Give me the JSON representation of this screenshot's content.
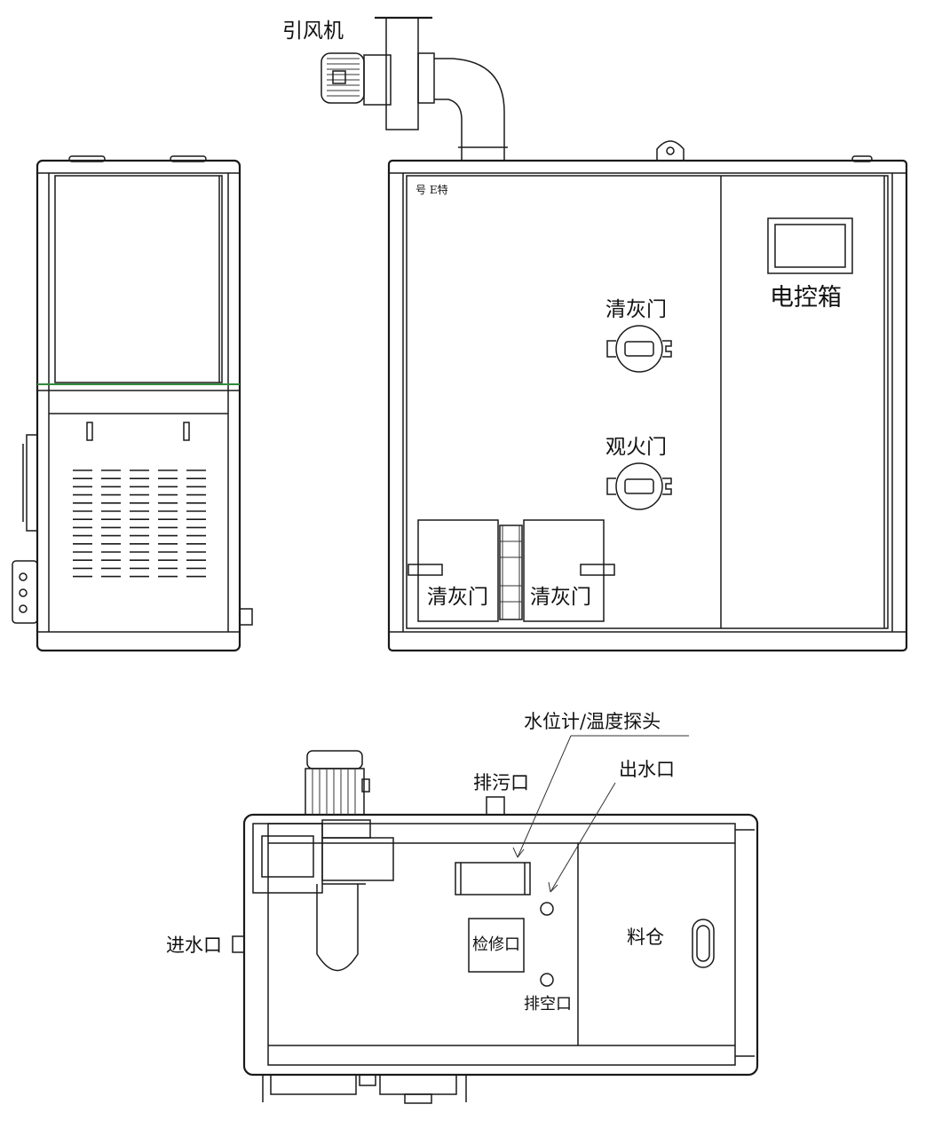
{
  "labels": {
    "fan": "引风机",
    "control_box": "电控箱",
    "ash_door_upper": "清灰门",
    "fire_view_door": "观火门",
    "ash_door_left": "清灰门",
    "ash_door_right": "清灰门",
    "plate_text": "号 E特",
    "water_level_probe": "水位计/温度探头",
    "drain_outlet": "排污口",
    "water_outlet": "出水口",
    "water_inlet": "进水口",
    "inspection_port": "检修口",
    "hopper": "料仓",
    "vent_port": "排空口"
  },
  "colors": {
    "line": "#1a1a1a",
    "accent_line": "#2e8b3a",
    "background": "#ffffff"
  }
}
